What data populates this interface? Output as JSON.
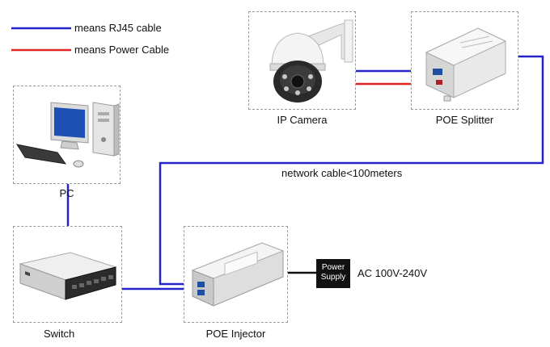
{
  "legend": {
    "rj45_label": "means RJ45 cable",
    "power_label": "means Power Cable",
    "rj45_color": "#2323c8",
    "power_color": "#e02525"
  },
  "devices": {
    "ip_camera": "IP Camera",
    "poe_splitter": "POE Splitter",
    "pc": "PC",
    "switch": "Switch",
    "poe_injector": "POE Injector"
  },
  "cable_note": "network cable<100meters",
  "power_supply": {
    "line1": "Power",
    "line2": "Supply",
    "voltage": "AC 100V-240V"
  }
}
